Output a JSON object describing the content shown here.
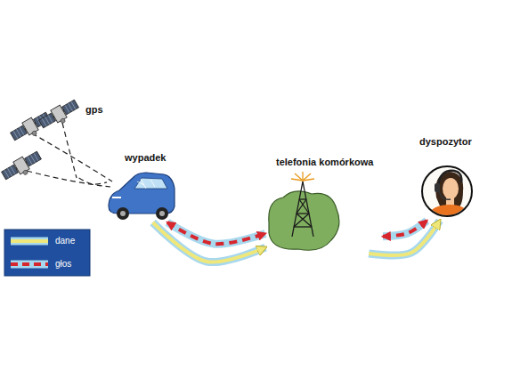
{
  "diagram": {
    "nodes": [
      {
        "text": [
          "gps"
        ]
      },
      {
        "text": [
          "wypadek"
        ]
      },
      {
        "text": [
          "telefonia komórkowa"
        ]
      },
      {
        "text": [
          "dyspozytor"
        ]
      }
    ],
    "edges": [
      {
        "from": 0,
        "to": 1,
        "arrow": "none"
      },
      {
        "from": 1,
        "to": 2,
        "arrow": "both"
      },
      {
        "from": 1,
        "to": 2,
        "arrow": "to"
      },
      {
        "from": 2,
        "to": 3,
        "arrow": "both"
      },
      {
        "from": 2,
        "to": 3,
        "arrow": "to"
      }
    ],
    "legend": [
      {
        "text": "dane"
      },
      {
        "text": "głos"
      }
    ]
  }
}
